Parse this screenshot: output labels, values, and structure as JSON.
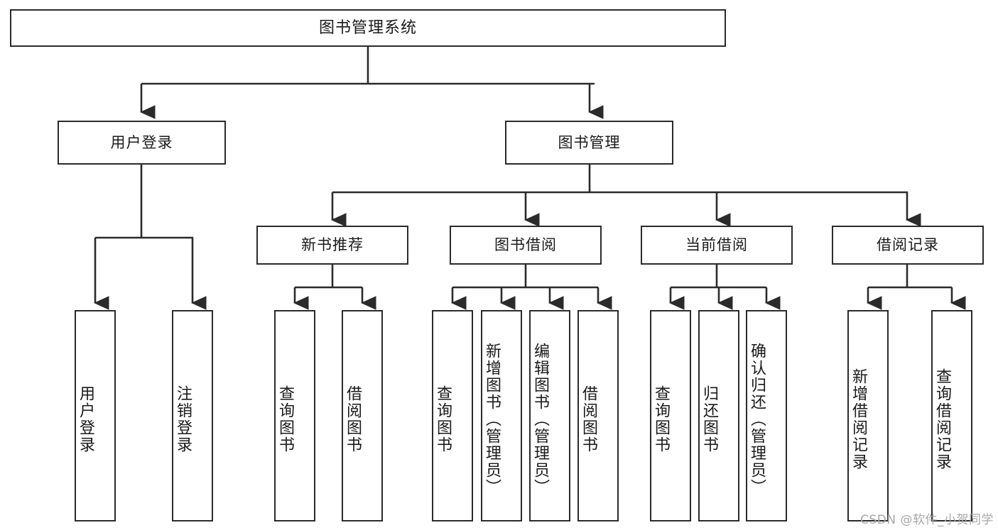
{
  "diagram": {
    "title_node": {
      "label": "图书管理系统"
    },
    "level2": [
      {
        "label": "用户登录"
      },
      {
        "label": "图书管理"
      }
    ],
    "level3": [
      {
        "label": "新书推荐"
      },
      {
        "label": "图书借阅"
      },
      {
        "label": "当前借阅"
      },
      {
        "label": "借阅记录"
      }
    ],
    "leaves": {
      "user_login": [
        {
          "label": "用户登录"
        },
        {
          "label": "注销登录"
        }
      ],
      "new_book_recommend": [
        {
          "label": "查询图书"
        },
        {
          "label": "借阅图书"
        }
      ],
      "book_borrow": [
        {
          "label": "查询图书"
        },
        {
          "label": "新增图书（管理员）"
        },
        {
          "label": "编辑图书（管理员）"
        },
        {
          "label": "借阅图书"
        }
      ],
      "current_borrow": [
        {
          "label": "查询图书"
        },
        {
          "label": "归还图书"
        },
        {
          "label": "确认归还（管理员）"
        }
      ],
      "borrow_record": [
        {
          "label": "新增借阅记录"
        },
        {
          "label": "查询借阅记录"
        }
      ]
    }
  },
  "watermark": {
    "text": "CSDN @软件_小贺同学"
  },
  "colors": {
    "border": "#2b2b2b",
    "text": "#1a1a1a",
    "background": "#ffffff",
    "watermark": "#a8a8a8"
  }
}
